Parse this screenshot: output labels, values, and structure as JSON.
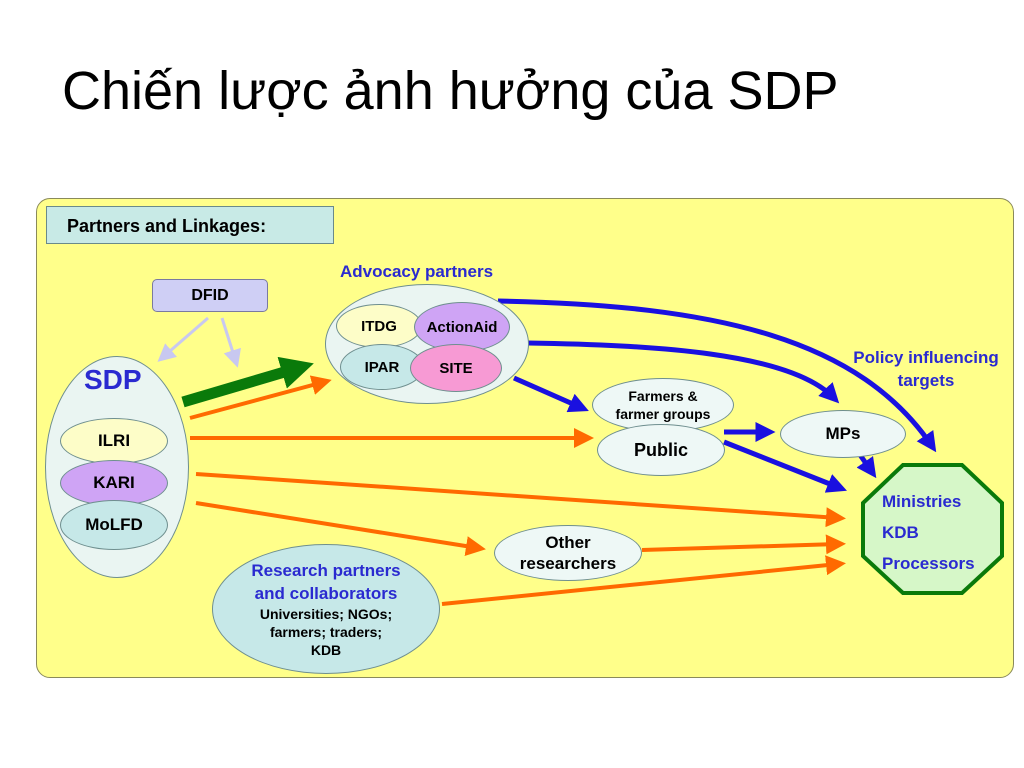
{
  "title": "Chiến lược ảnh hưởng của SDP",
  "partners_label": "Partners and Linkages:",
  "dfid": "DFID",
  "sdp": {
    "title": "SDP",
    "members": [
      "ILRI",
      "KARI",
      "MoLFD"
    ]
  },
  "advocacy": {
    "title": "Advocacy partners",
    "members": [
      "ITDG",
      "ActionAid",
      "IPAR",
      "SITE"
    ]
  },
  "farmers": {
    "line1": "Farmers &",
    "line2": "farmer groups"
  },
  "public": "Public",
  "mps": "MPs",
  "policy": {
    "line1": "Policy influencing",
    "line2": "targets"
  },
  "targets": [
    "Ministries",
    "KDB",
    "Processors"
  ],
  "other": {
    "line1": "Other",
    "line2": "researchers"
  },
  "research": {
    "line1": "Research partners",
    "line2": "and collaborators",
    "line3": "Universities; NGOs;",
    "line4": "farmers; traders;",
    "line5": "KDB"
  },
  "colors": {
    "panel": "#ffff8a",
    "orange_arrow": "#ff6a00",
    "blue_arrow": "#1a10e0",
    "green_arrow": "#0a7a0a",
    "target_border": "#0a7a0a",
    "target_fill": "#d6f7c8"
  }
}
